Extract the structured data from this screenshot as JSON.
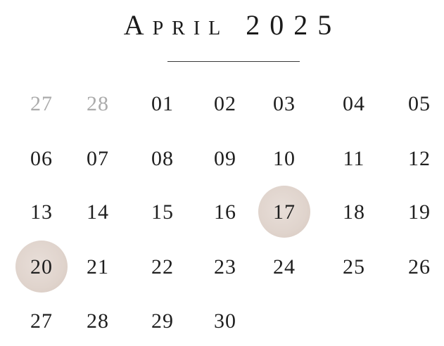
{
  "calendar": {
    "month": "April",
    "year": "2025",
    "highlight_color": "#ddd0c8",
    "weeks": [
      [
        {
          "d": "27",
          "other": true
        },
        {
          "d": "28",
          "other": true
        },
        {
          "d": "01"
        },
        {
          "d": "02"
        },
        {
          "d": "03"
        },
        {
          "d": "04"
        },
        {
          "d": "05"
        }
      ],
      [
        {
          "d": "06"
        },
        {
          "d": "07"
        },
        {
          "d": "08"
        },
        {
          "d": "09"
        },
        {
          "d": "10"
        },
        {
          "d": "11"
        },
        {
          "d": "12"
        }
      ],
      [
        {
          "d": "13"
        },
        {
          "d": "14"
        },
        {
          "d": "15"
        },
        {
          "d": "16"
        },
        {
          "d": "17",
          "marked": true
        },
        {
          "d": "18"
        },
        {
          "d": "19"
        }
      ],
      [
        {
          "d": "20",
          "marked": true
        },
        {
          "d": "21"
        },
        {
          "d": "22"
        },
        {
          "d": "23"
        },
        {
          "d": "24"
        },
        {
          "d": "25"
        },
        {
          "d": "26"
        }
      ],
      [
        {
          "d": "27"
        },
        {
          "d": "28"
        },
        {
          "d": "29"
        },
        {
          "d": "30"
        }
      ]
    ]
  }
}
